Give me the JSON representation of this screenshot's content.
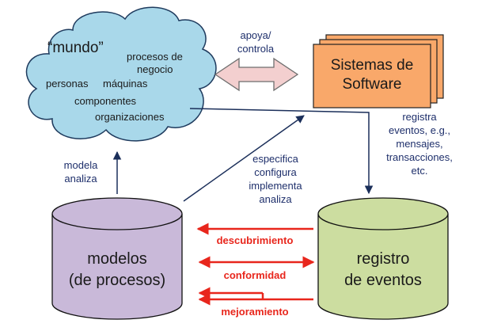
{
  "colors": {
    "cloud_fill": "#a9d8ea",
    "cloud_stroke": "#1f3b5e",
    "software_fill": "#f9a86a",
    "software_stroke": "#222222",
    "models_fill": "#c9b9d9",
    "log_fill": "#ccdda0",
    "cylinder_stroke": "#111111",
    "double_arrow_fill": "#f3cfcf",
    "double_arrow_stroke": "#6e6e6e",
    "flow_arrow": "#1b2f5a",
    "red": "#e8261c",
    "text": "#1a1a1a",
    "blue_text": "#1e2f6b"
  },
  "cloud": {
    "title": "“mundo”",
    "words": [
      "procesos de",
      "negocio",
      "personas",
      "máquinas",
      "componentes",
      "organizaciones"
    ]
  },
  "apoya": {
    "lines": [
      "apoya/",
      "controla"
    ]
  },
  "software": {
    "lines": [
      "Sistemas de",
      "Software"
    ]
  },
  "registra": {
    "lines": [
      "registra",
      "eventos, e.g.,",
      "mensajes,",
      "transacciones,",
      "etc."
    ]
  },
  "modela": {
    "lines": [
      "modela",
      "analiza"
    ]
  },
  "especifica": {
    "lines": [
      "especifica",
      "configura",
      "implementa",
      "analiza"
    ]
  },
  "models_cylinder": {
    "lines": [
      "modelos",
      "(de procesos)"
    ]
  },
  "log_cylinder": {
    "lines": [
      "registro",
      "de eventos"
    ]
  },
  "red_labels": {
    "discovery": "descubrimiento",
    "conformance": "conformidad",
    "enhancement": "mejoramiento"
  }
}
